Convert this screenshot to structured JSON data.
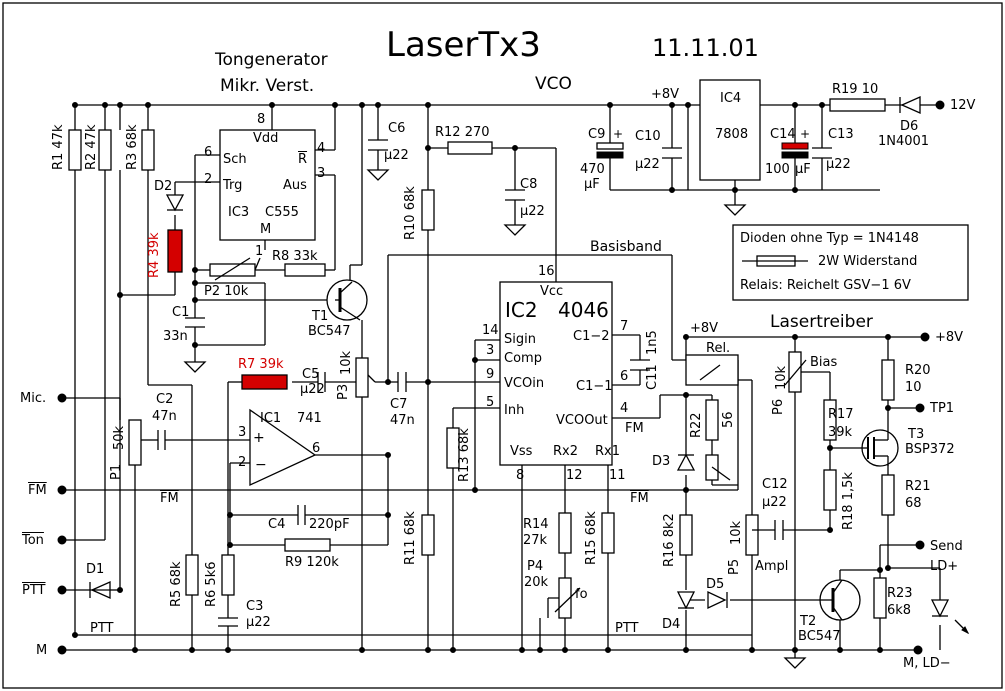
{
  "title": "LaserTx3",
  "date": "11.11.01",
  "labels": {
    "tongenerator": "Tongenerator",
    "mikr_verst": "Mikr. Verst.",
    "vco": "VCO",
    "basisband": "Basisband",
    "lasertreiber": "Lasertreiber",
    "ptt_left": "PTT",
    "ptt_right": "PTT",
    "fm_bus": "FM",
    "fm_bus2": "FM",
    "fm_ic2": "FM",
    "ampl": "Ampl",
    "bias": "Bias",
    "fo": "fo"
  },
  "terminals": {
    "mic": "Mic.",
    "fm": "FM",
    "ton": "Ton",
    "ptt": "PTT",
    "m": "M",
    "v12": "12V",
    "v8_top": "+8V",
    "v8_mid": "+8V",
    "v8_right": "+8V",
    "tp1": "TP1",
    "send": "Send",
    "ldplus": "LD+",
    "mld": "M, LD−"
  },
  "legend": {
    "line1": "Dioden ohne Typ = 1N4148",
    "line2": "2W Widerstand",
    "line3": "Relais: Reichelt GSV−1 6V"
  },
  "ic": {
    "ic3_name": "IC3",
    "ic3_type": "C555",
    "ic3_vdd": "Vdd",
    "ic3_sch": "Sch",
    "ic3_trg": "Trg",
    "ic3_r": "R",
    "ic3_aus": "Aus",
    "ic3_m": "M",
    "ic3_p8": "8",
    "ic3_p6": "6",
    "ic3_p2": "2",
    "ic3_p4": "4",
    "ic3_p3": "3",
    "ic3_p1": "1",
    "ic2_name": "IC2",
    "ic2_type": "4046",
    "ic2_vcc": "Vcc",
    "ic2_p16": "16",
    "ic2_sigin": "Sigin",
    "ic2_comp": "Comp",
    "ic2_vcoin": "VCOin",
    "ic2_inh": "Inh",
    "ic2_vss": "Vss",
    "ic2_rx2": "Rx2",
    "ic2_rx1": "Rx1",
    "ic2_c12": "C1−2",
    "ic2_c11": "C1−1",
    "ic2_vcoout": "VCOOut",
    "ic2_p14": "14",
    "ic2_p3": "3",
    "ic2_p9": "9",
    "ic2_p5": "5",
    "ic2_p7": "7",
    "ic2_p6": "6",
    "ic2_p4": "4",
    "ic2_p8": "8",
    "ic2_p12": "12",
    "ic2_p11": "11",
    "ic1_name": "IC1",
    "ic1_type": "741",
    "ic1_p3": "3",
    "ic1_p2": "2",
    "ic1_p6": "6",
    "ic4_name": "IC4",
    "ic4_type": "7808",
    "rel": "Rel."
  },
  "components": {
    "r1": "R1 47k",
    "r2": "R2 47k",
    "r3": "R3 68k",
    "r4": "R4 39k",
    "r5": "R5 68k",
    "r6": "R6 5k6",
    "r7": "R7 39k",
    "r8": "R8 33k",
    "r9": "R9 120k",
    "r10": "R10 68k",
    "r11": "R11 68k",
    "r12": "R12 270",
    "r13": "R13 68k",
    "r14": "R14",
    "r14v": "27k",
    "r15": "R15 68k",
    "r16": "R16 8k2",
    "r17": "R17",
    "r17v": "39k",
    "r18": "R18 1,5k",
    "r19": "R19 10",
    "r20": "R20",
    "r20v": "10",
    "r21": "R21",
    "r21v": "68",
    "r22": "R22",
    "r22v": "56",
    "r23": "R23",
    "r23v": "6k8",
    "p1": "P1",
    "p1v": "50k",
    "p2": "P2 10k",
    "p3": "P3",
    "p3v": "10k",
    "p4": "P4",
    "p4v": "20k",
    "p5": "P5",
    "p5v": "10k",
    "p6": "P6",
    "p6v": "10k",
    "c1": "C1",
    "c1v": "33n",
    "c2": "C2",
    "c2v": "47n",
    "c3": "C3",
    "c3v": "µ22",
    "c4": "C4",
    "c4v": "220pF",
    "c5": "C5",
    "c5v": "µ22",
    "c6": "C6",
    "c6v": "µ22",
    "c7": "C7",
    "c7v": "47n",
    "c8": "C8",
    "c8v": "µ22",
    "c9": "C9",
    "c9v1": "470",
    "c9v2": "µF",
    "c10": "C10",
    "c10v": "µ22",
    "c11": "C11",
    "c11v": "1n5",
    "c12": "C12",
    "c12v": "µ22",
    "c13": "C13",
    "c13v": "µ22",
    "c14": "C14",
    "c14v1": "100",
    "c14v2": "µF",
    "d1": "D1",
    "d2": "D2",
    "d3": "D3",
    "d4": "D4",
    "d5": "D5",
    "d6": "D6",
    "d6v": "1N4001",
    "t1": "T1",
    "t1v": "BC547",
    "t2": "T2",
    "t2v": "BC547",
    "t3": "T3",
    "t3v": "BSP372"
  },
  "colors": {
    "highlight": "#d40000",
    "ink": "#000000"
  }
}
